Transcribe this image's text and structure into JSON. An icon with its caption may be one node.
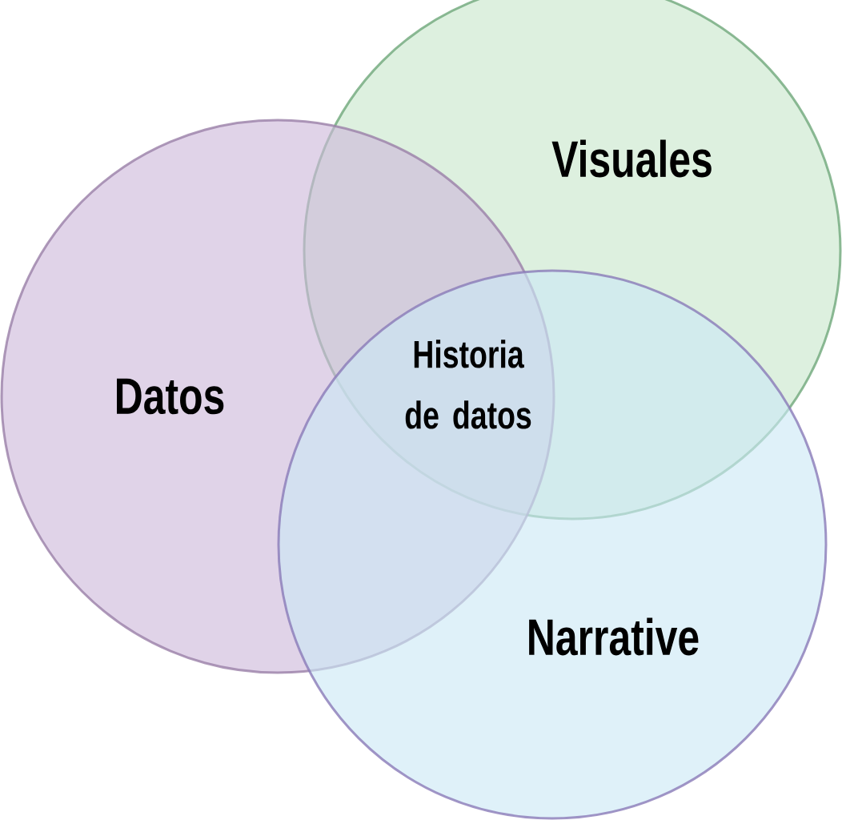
{
  "diagram": {
    "nodes": [
      {
        "text": [
          "Visuales"
        ]
      },
      {
        "text": [
          "Datos"
        ]
      },
      {
        "text": [
          "Narrative"
        ]
      }
    ],
    "labels": [
      "Historia de datos"
    ]
  }
}
